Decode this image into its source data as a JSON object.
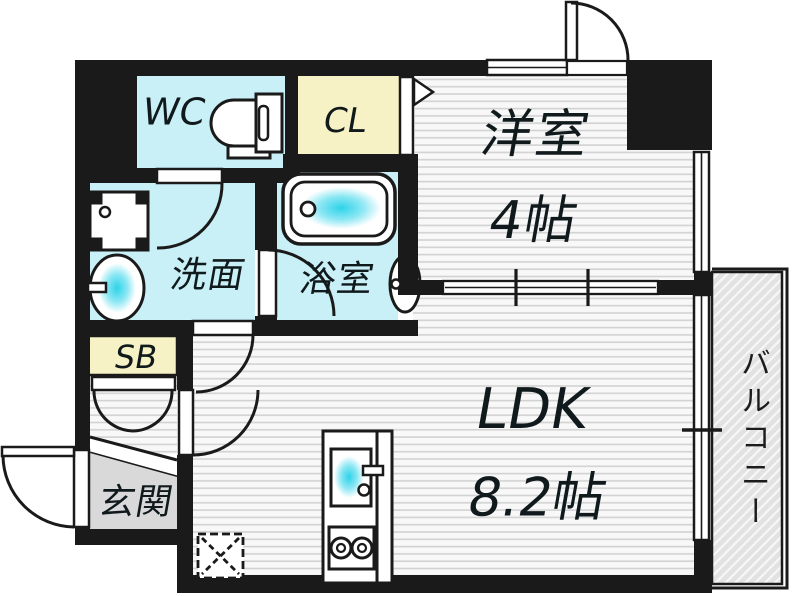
{
  "floorplan": {
    "rooms": {
      "wc": {
        "label": "WC"
      },
      "closet": {
        "label": "CL"
      },
      "western_room": {
        "label": "洋室",
        "size": "4帖"
      },
      "washroom": {
        "label": "洗面"
      },
      "bathroom": {
        "label": "浴室"
      },
      "shoebox": {
        "label": "SB"
      },
      "entrance": {
        "label": "玄関"
      },
      "ldk": {
        "label": "LDK",
        "size": "8.2帖"
      },
      "balcony": {
        "label": "バルコニー"
      }
    },
    "colors": {
      "wall": "#1a1a1a",
      "wet_room_floor": "#c9f0f7",
      "storage_floor": "#f6f2c5",
      "entrance_floor": "#d9d9d9",
      "water_accent": "#2ed3ea",
      "floor_stripe": "#d2d2d2",
      "balcony_floor": "#e3e3e3"
    },
    "fixtures": [
      "toilet",
      "bathtub",
      "bath-sink",
      "washing-machine",
      "vanity-sink",
      "kitchen-sink",
      "stove",
      "refrigerator-space"
    ]
  }
}
